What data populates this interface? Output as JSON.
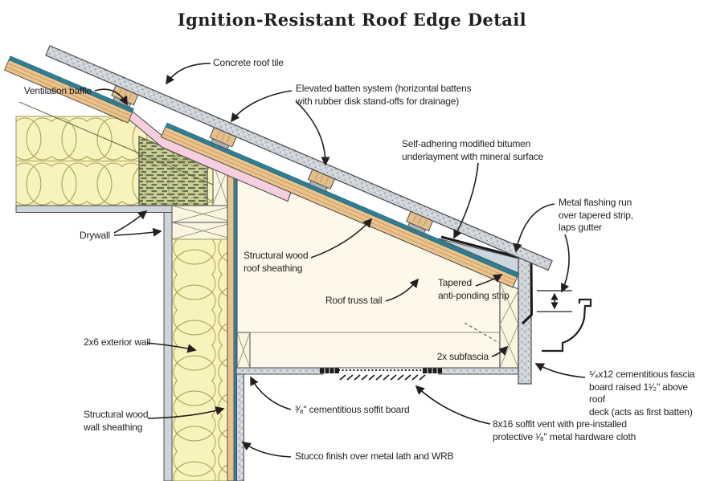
{
  "title": "Ignition-Resistant Roof Edge Detail",
  "labels": {
    "concrete_tile": {
      "text": "Concrete roof tile"
    },
    "ventilation_baffle": {
      "text": "Ventilation baffle"
    },
    "elevated_batten": {
      "text": "Elevated batten system (horizontal battens\nwith rubber disk stand-offs for drainage)"
    },
    "self_adhering": {
      "text": "Self-adhering modified bitumen\nunderlayment with mineral surface"
    },
    "metal_flashing": {
      "text": "Metal flashing run\nover tapered strip,\nlaps gutter"
    },
    "roof_sheathing": {
      "text": "Structural wood\nroof sheathing"
    },
    "roof_truss_tail": {
      "text": "Roof truss tail"
    },
    "tapered_strip": {
      "text": "Tapered\nanti-ponding strip"
    },
    "subfascia": {
      "text": "2x subfascia"
    },
    "drywall": {
      "text": "Drywall"
    },
    "exterior_wall": {
      "text": "2x6 exterior wall"
    },
    "wall_sheathing": {
      "text": "Structural wood\nwall sheathing"
    },
    "soffit_board": {
      "text": "³⁄₈\" cementitious soffit board"
    },
    "stucco": {
      "text": "Stucco finish over metal lath and WRB"
    },
    "soffit_vent": {
      "text": "8x16 soffit vent with pre-installed\nprotective ¹⁄₈\" metal hardware cloth"
    },
    "fascia_board": {
      "text": "⁵⁄₄x12 cementitious fascia\nboard raised 1¹⁄₂\" above roof\ndeck (acts as first batten)"
    }
  },
  "colors": {
    "cementitious_gray": "#cdd3d8",
    "stipple_dot": "#7c848b",
    "lumber_cream": "#fbf4e0",
    "truss_cream": "#fdf8e9",
    "sheathing_tan": "#eac28c",
    "underlayment_teal": "#2e7f96",
    "baffle_pink": "#f6cede",
    "insulation_yellow": "#f8f3bd",
    "insulation_loop": "#aaa25a",
    "baffle_dam_green": "#9aa871",
    "flashing_black": "#1a1a1a",
    "tapered_strip_gray": "#ccd6de",
    "line_dark": "#4d4d4f",
    "ink": "#231f20"
  },
  "parts": [
    "concrete-roof-tile",
    "batten-blocks",
    "rubber-disk-standoffs",
    "bitumen-underlayment",
    "roof-sheathing",
    "ventilation-baffle",
    "attic-insulation",
    "baffle-dam",
    "drywall-ceiling",
    "drywall-wall",
    "top-plates",
    "wall-insulation",
    "wall-sheathing",
    "wrb-layer",
    "stucco-finish",
    "roof-truss-tail",
    "subfascia",
    "fascia-board",
    "tapered-anti-ponding-strip",
    "metal-flashing",
    "gutter-profile",
    "soffit-board",
    "soffit-vent",
    "dimension-marker"
  ]
}
